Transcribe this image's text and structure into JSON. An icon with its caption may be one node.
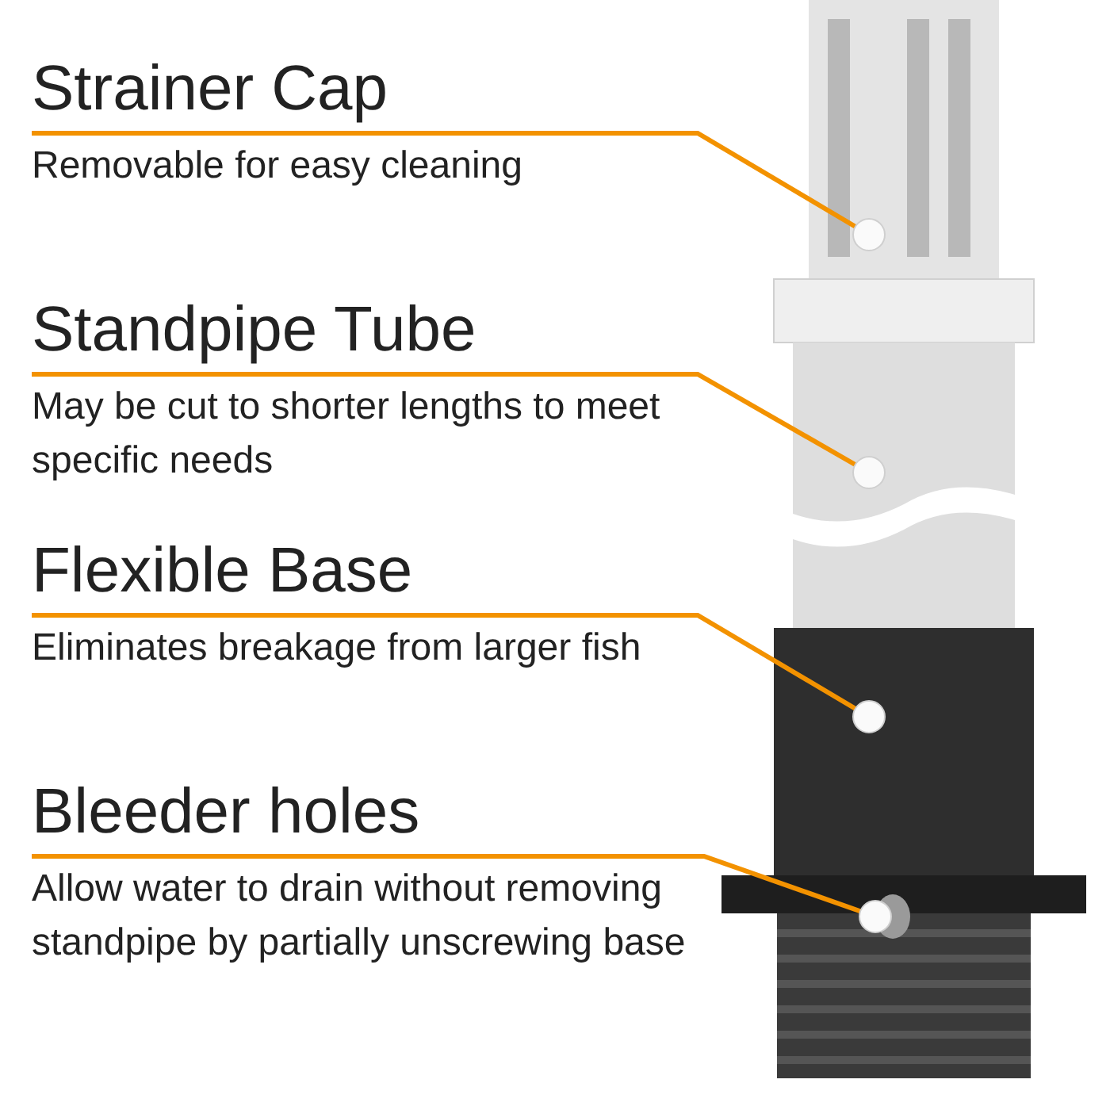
{
  "diagram": {
    "nodes": [
      {
        "text": [
          "Strainer Cap",
          "Removable for easy cleaning"
        ]
      },
      {
        "text": [
          "Standpipe Tube",
          "May be cut to shorter lengths to meet specific needs"
        ]
      },
      {
        "text": [
          "Flexible Base",
          "Eliminates breakage from larger fish"
        ]
      },
      {
        "text": [
          "Bleeder holes",
          "Allow water to drain without removing standpipe by partially unscrewing base"
        ]
      },
      {
        "text": [],
        "shape": "picture"
      },
      {
        "text": [],
        "shape": "picture"
      },
      {
        "text": [],
        "shape": "picture"
      },
      {
        "text": [],
        "shape": "circle",
        "in": 6
      }
    ],
    "edges": [
      {
        "from": 0,
        "to": 4,
        "arrow": "other"
      },
      {
        "from": 1,
        "to": 5,
        "arrow": "other"
      },
      {
        "from": 2,
        "to": 6,
        "arrow": "other"
      },
      {
        "from": 3,
        "to": 7,
        "arrow": "other"
      }
    ]
  }
}
